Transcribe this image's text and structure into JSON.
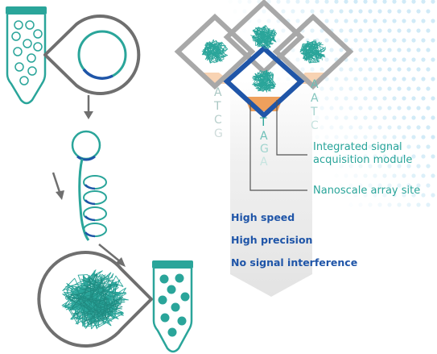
{
  "columns": {
    "col1": [
      "A",
      "T",
      "C",
      "G"
    ],
    "col2": [
      "T",
      "A",
      "G",
      "A"
    ],
    "col3": [
      "A",
      "A",
      "T",
      "C"
    ]
  },
  "callouts": {
    "module_line1": "Integrated signal",
    "module_line2": "acquisition module",
    "array_site": "Nanoscale array site"
  },
  "features": [
    "High speed",
    "High precision",
    "No signal interference"
  ],
  "colors": {
    "teal": "#2aa59a",
    "navy": "#1f55a8",
    "gray": "#6f6f6f",
    "light_gray": "#a8a8a8",
    "peach": "#f6c8a0",
    "orange": "#eea05c"
  }
}
